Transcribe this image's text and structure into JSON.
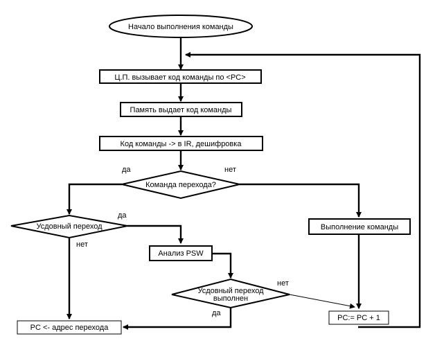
{
  "nodes": {
    "start": "Начало выполнения команды",
    "fetch": "Ц.П. вызывает код команды по <PC>",
    "memory": "Память выдает код команды",
    "decode": "Код команды -> в IR, дешифровка",
    "is_jump": "Команда перехода?",
    "cond_jump": "Усдовный переход",
    "analyze_psw": "Анализ PSW",
    "cond_done_line1": "Усдовный переход",
    "cond_done_line2": "выполнен",
    "execute": "Выполнение команды",
    "pc_jump": "PC <- адрес перехода",
    "pc_inc": "PC:= PC + 1"
  },
  "labels": {
    "jump_yes": "да",
    "jump_no": "нет",
    "cond_yes": "да",
    "cond_no": "нет",
    "done_no": "нет",
    "done_yes": "да"
  }
}
